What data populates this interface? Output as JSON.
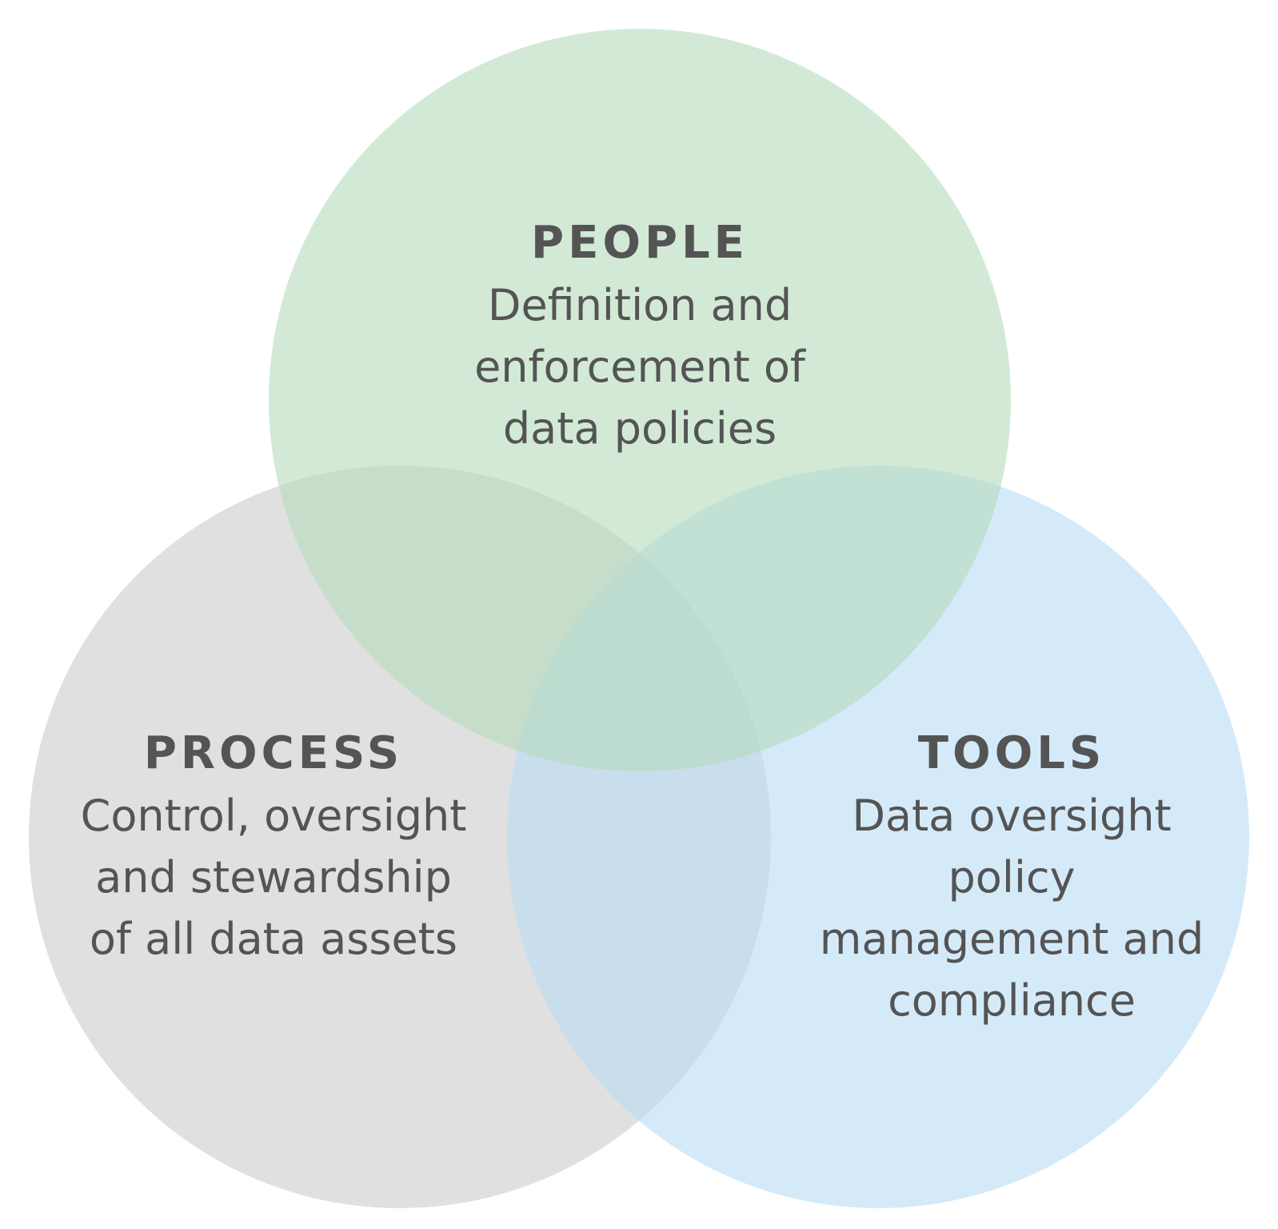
{
  "diagram": {
    "type": "venn",
    "sets": [
      {
        "key": "people",
        "title": "PEOPLE",
        "lines": [
          "Definition and",
          "enforcement of",
          "data policies"
        ],
        "color": "#b4dbbb"
      },
      {
        "key": "process",
        "title": "PROCESS",
        "lines": [
          "Control, oversight",
          "and stewardship",
          "of all data assets"
        ],
        "color": "#cccccc"
      },
      {
        "key": "tools",
        "title": "TOOLS",
        "lines": [
          "Data oversight",
          "policy",
          "management and",
          "compliance"
        ],
        "color": "#b9dcf5"
      }
    ],
    "text_color": "#545454",
    "circle_opacity": 0.6
  }
}
